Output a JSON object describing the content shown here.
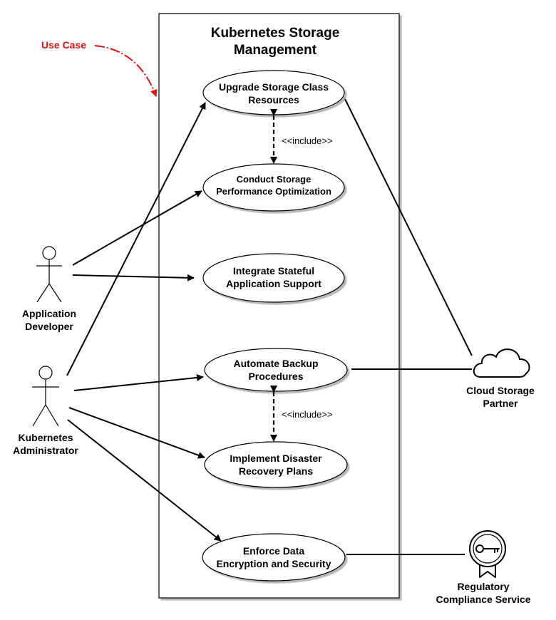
{
  "system": {
    "title_line1": "Kubernetes Storage",
    "title_line2": "Management"
  },
  "annotation": {
    "label": "Use Case",
    "color": "#e01010"
  },
  "use_cases": [
    {
      "id": "upgrade",
      "line1": "Upgrade Storage Class",
      "line2": "Resources"
    },
    {
      "id": "optimize",
      "line1": "Conduct Storage",
      "line2": "Performance Optimization"
    },
    {
      "id": "stateful",
      "line1": "Integrate Stateful",
      "line2": "Application Support"
    },
    {
      "id": "backup",
      "line1": "Automate Backup",
      "line2": "Procedures"
    },
    {
      "id": "disaster",
      "line1": "Implement Disaster",
      "line2": "Recovery Plans"
    },
    {
      "id": "encryption",
      "line1": "Enforce Data",
      "line2": "Encryption and Security"
    }
  ],
  "actors": {
    "developer": {
      "line1": "Application",
      "line2": "Developer"
    },
    "administrator": {
      "line1": "Kubernetes",
      "line2": "Administrator"
    },
    "cloud": {
      "line1": "Cloud Storage",
      "line2": "Partner",
      "icon": "cloud-icon"
    },
    "compliance": {
      "line1": "Regulatory",
      "line2": "Compliance Service",
      "icon": "key-badge-icon"
    }
  },
  "relations": {
    "include_label": "<<include>>"
  }
}
